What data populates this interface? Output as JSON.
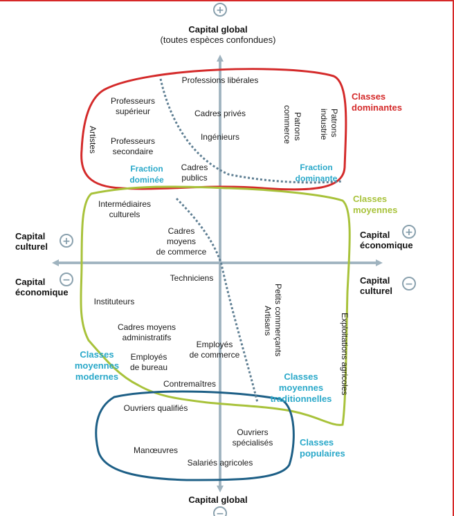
{
  "axes": {
    "top": {
      "title": "Capital global",
      "subtitle": "(toutes espèces confondues)",
      "sign": "+"
    },
    "bottom": {
      "title": "Capital global",
      "sign": "−"
    },
    "left_upper": {
      "line1": "Capital",
      "line2": "culturel",
      "sign": "+"
    },
    "left_lower": {
      "line1": "Capital",
      "line2": "économique",
      "sign": "−"
    },
    "right_upper": {
      "line1": "Capital",
      "line2": "économique",
      "sign": "+"
    },
    "right_lower": {
      "line1": "Capital",
      "line2": "culturel",
      "sign": "−"
    }
  },
  "groups": {
    "dominantes": {
      "line1": "Classes",
      "line2": "dominantes",
      "color": "#d42a2a"
    },
    "moyennes": {
      "line1": "Classes",
      "line2": "moyennes",
      "color": "#a8c23a"
    },
    "populaires": {
      "line1": "Classes",
      "line2": "populaires",
      "color": "#1d5f86"
    },
    "moyennes_modernes": {
      "line1": "Classes",
      "line2": "moyennes",
      "line3": "modernes"
    },
    "moyennes_traditionnelles": {
      "line1": "Classes",
      "line2": "moyennes",
      "line3": "traditionnelles"
    },
    "fraction_dominee": {
      "line1": "Fraction",
      "line2": "dominée"
    },
    "fraction_dominante": {
      "line1": "Fraction",
      "line2": "dominante"
    }
  },
  "professions": {
    "professions_liberales": "Professions libérales",
    "profs_sup": {
      "line1": "Professeurs",
      "line2": "supérieur"
    },
    "cadres_prives": "Cadres privés",
    "ingenieurs": "Ingénieurs",
    "artistes": "Artistes",
    "profs_sec": {
      "line1": "Professeurs",
      "line2": "secondaire"
    },
    "cadres_publics": {
      "line1": "Cadres",
      "line2": "publics"
    },
    "patrons_commerce": {
      "line1": "Patrons",
      "line2": "commerce"
    },
    "patrons_industrie": {
      "line1": "Patrons",
      "line2": "industrie"
    },
    "intermediaires": {
      "line1": "Intermédiaires",
      "line2": "culturels"
    },
    "cadres_moyens_commerce": {
      "line1": "Cadres",
      "line2": "moyens",
      "line3": "de commerce"
    },
    "techniciens": "Techniciens",
    "instituteurs": "Instituteurs",
    "cadres_moyens_admin": {
      "line1": "Cadres moyens",
      "line2": "administratifs"
    },
    "employes_bureau": {
      "line1": "Employés",
      "line2": "de bureau"
    },
    "employes_commerce": {
      "line1": "Employés",
      "line2": "de commerce"
    },
    "contremaitres": "Contremaîtres",
    "petits_commercants": {
      "line1": "Petits commerçants",
      "line2": "Artisans"
    },
    "exploitations": "Exploitations agricoles",
    "ouvriers_qualifies": "Ouvriers qualifiés",
    "ouvriers_specialises": {
      "line1": "Ouvriers",
      "line2": "spécialisés"
    },
    "manoeuvres": "Manœuvres",
    "salaries_agricoles": "Salariés agricoles"
  },
  "colors": {
    "axis": "#9fb3bf",
    "dotted": "#5f7f93"
  }
}
